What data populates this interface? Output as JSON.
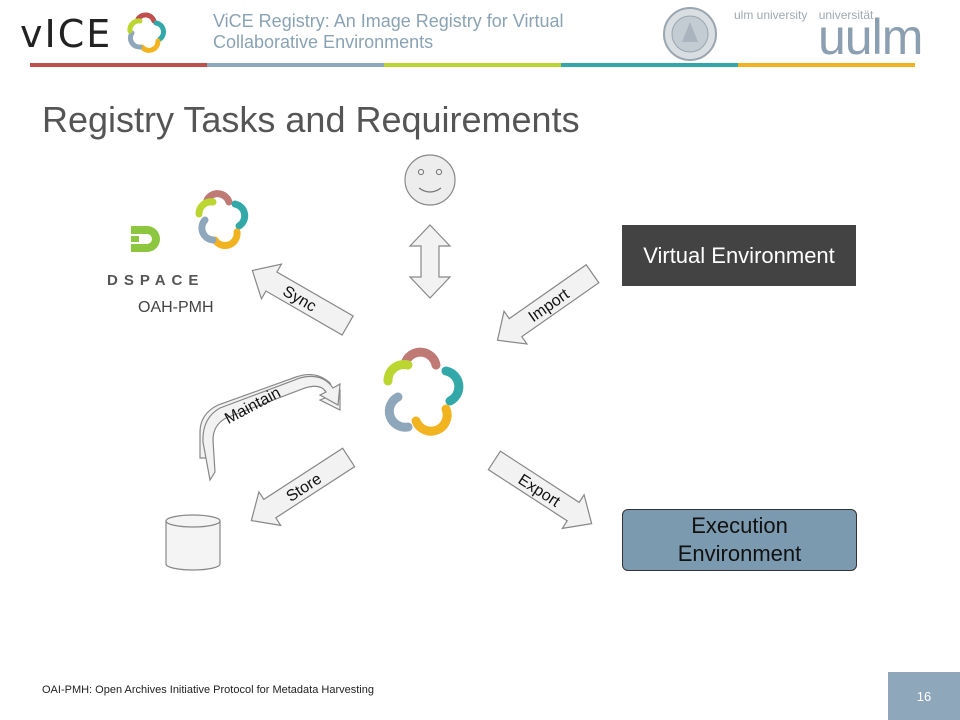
{
  "header": {
    "brand": "vICE",
    "title": "ViCE Registry: An Image Registry for Virtual Collaborative Environments",
    "university_small": [
      "ulm university",
      "universität"
    ],
    "university_logo": "uulm",
    "rule_colors": [
      "#c0504d",
      "#8ea7ba",
      "#bcd631",
      "#32a8a8",
      "#f2b320"
    ]
  },
  "slide": {
    "title": "Registry Tasks and Requirements",
    "dspace_label": "DSPACE",
    "oah_label": "OAH-PMH",
    "virtual_environment": "Virtual Environment",
    "execution_environment": "Execution Environment",
    "arrows": {
      "sync": "Sync",
      "import": "Import",
      "maintain": "Maintain",
      "store": "Store",
      "export": "Export"
    }
  },
  "footer": {
    "footnote": "OAI-PMH: Open Archives Initiative Protocol for Metadata Harvesting",
    "page_number": "16"
  },
  "icons": [
    "vice-logo-icon",
    "university-seal-icon",
    "dspace-icon",
    "smiley-face-icon",
    "database-icon",
    "double-arrow-icon"
  ]
}
